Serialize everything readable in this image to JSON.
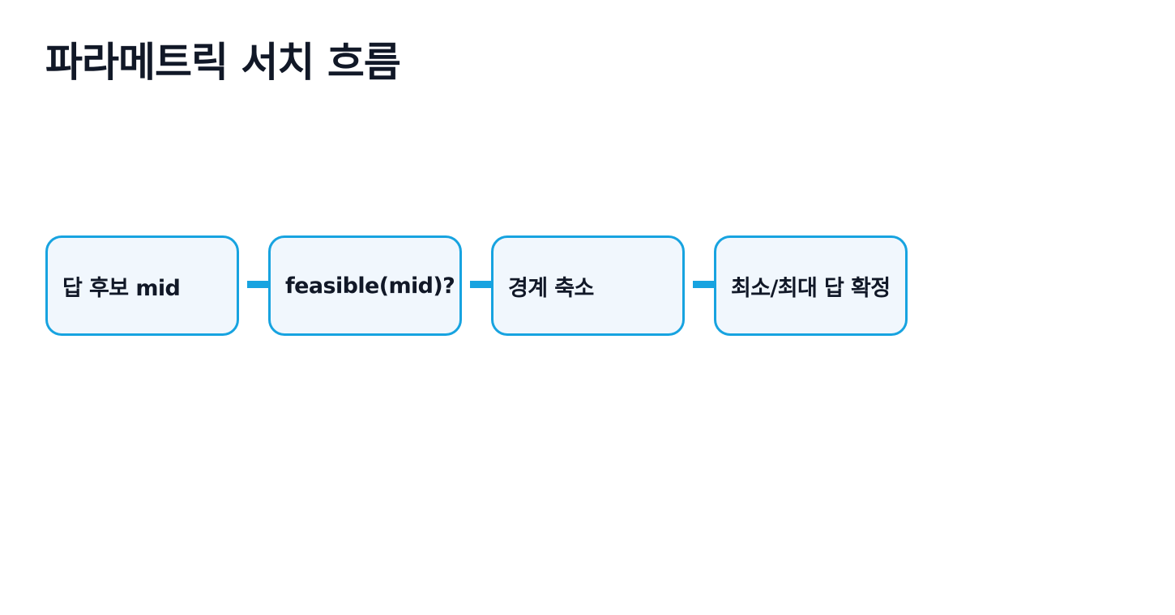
{
  "title": "파라메트릭 서치 흐름",
  "flow": {
    "steps": [
      {
        "label": "답 후보 mid"
      },
      {
        "label": "feasible(mid)?"
      },
      {
        "label": "경계 축소"
      },
      {
        "label": "최소/최대 답 확정"
      }
    ]
  },
  "colors": {
    "accent": "#17a3e0",
    "node_fill": "#f1f7fd",
    "text": "#111827"
  }
}
